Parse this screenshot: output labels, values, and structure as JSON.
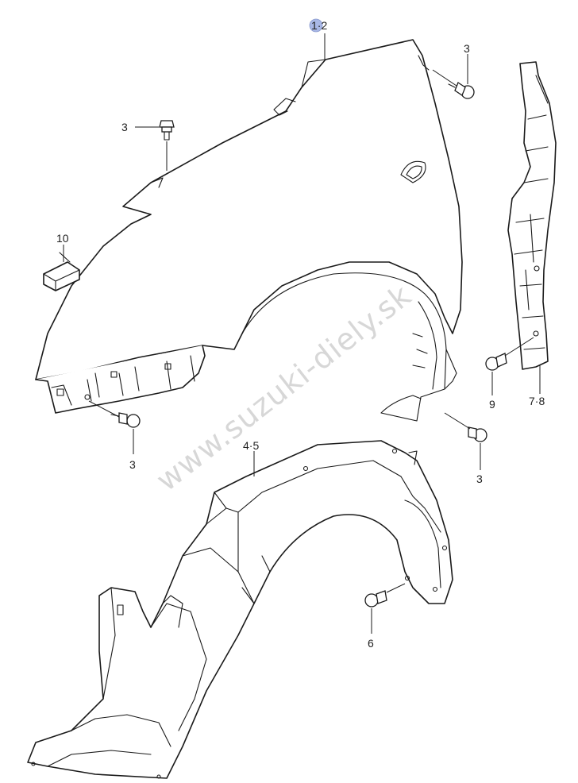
{
  "callouts": {
    "fender": "1·2",
    "bolt_top_right": "3",
    "bolt_top_left": "3",
    "bolt_lower_left": "3",
    "bolt_lower_right": "3",
    "bracket": "7·8",
    "bracket_bolt": "9",
    "clip": "10",
    "liner": "4·5",
    "liner_screw": "6"
  },
  "watermark": "www.suzuki-diely.sk",
  "colors": {
    "line": "#1a1a1a",
    "highlight_dot": "#a9b8e6",
    "watermark": "#b8b8b8"
  }
}
